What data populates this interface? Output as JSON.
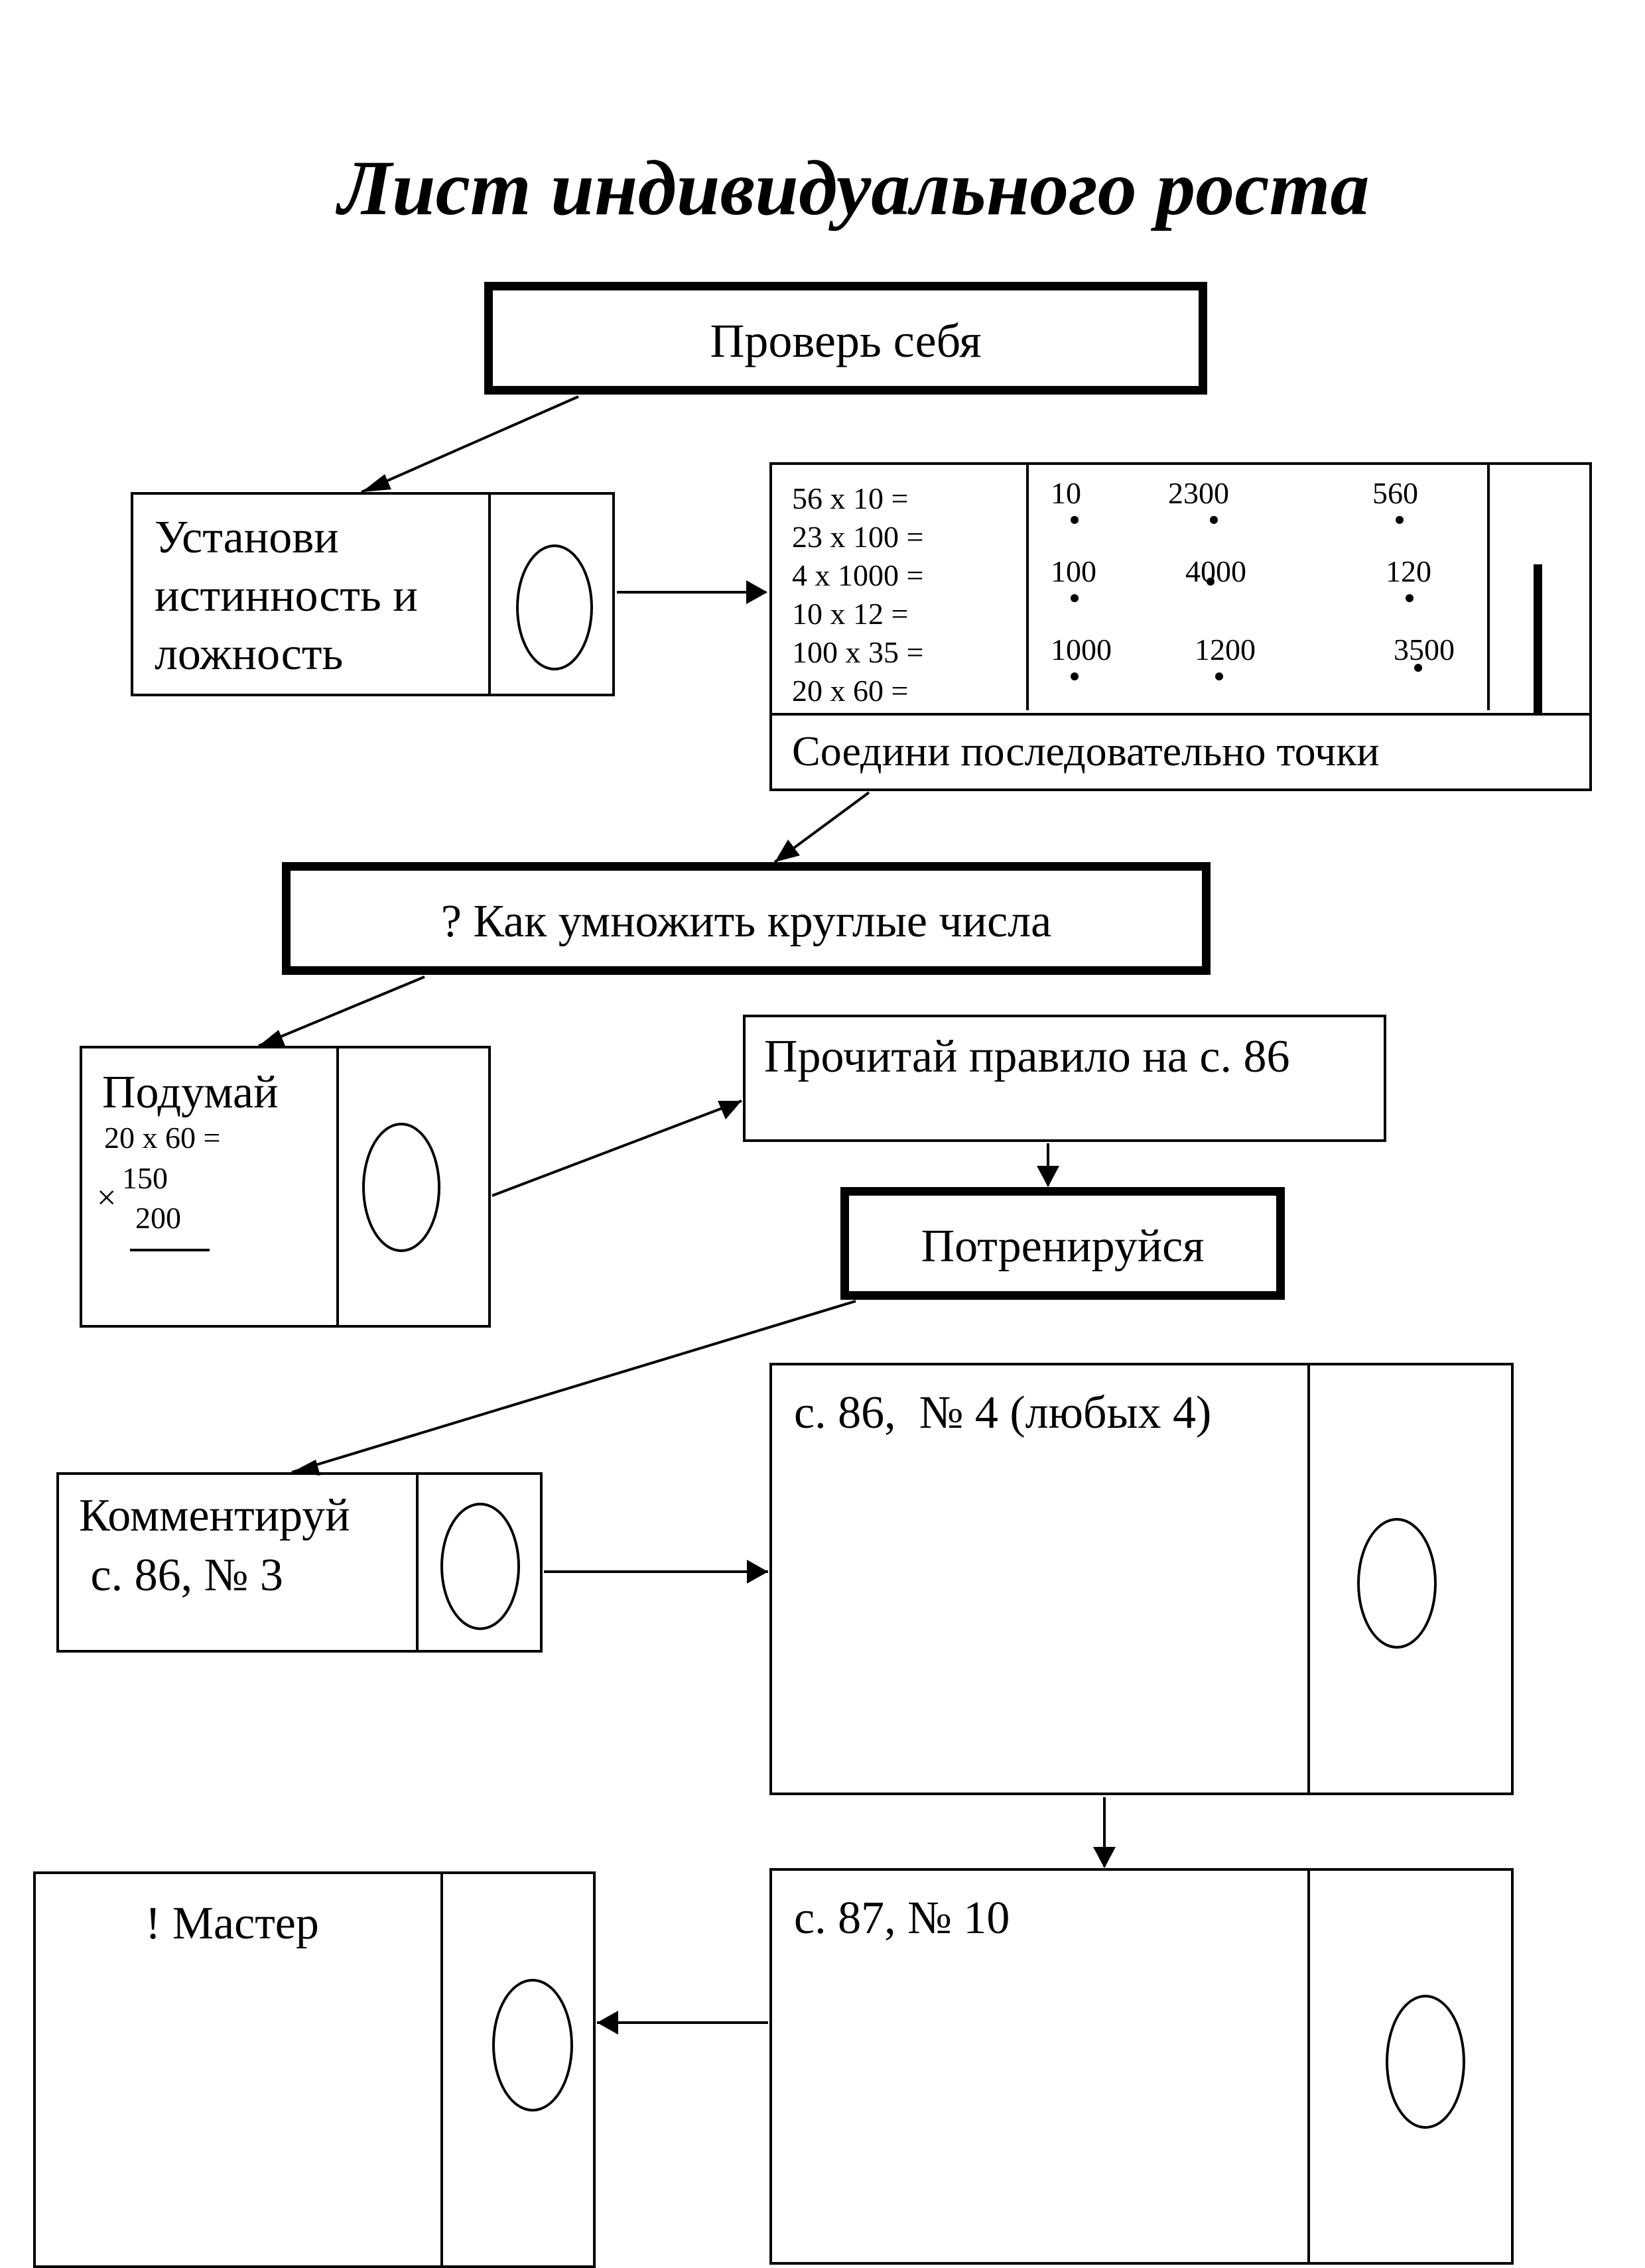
{
  "title": "Лист индивидуального роста",
  "check_yourself": "Проверь себя",
  "establish_box": {
    "lines": [
      "Установи",
      "истинность и",
      "ложность"
    ]
  },
  "expressions_box": {
    "expressions": [
      "56 x 10 =",
      "23 x 100 =",
      "4 x 1000 =",
      "10 x 12 =",
      "100 x 35 =",
      "20 x 60  ="
    ],
    "points": [
      [
        "10",
        "2300",
        "560"
      ],
      [
        "100",
        "4000",
        "120"
      ],
      [
        "1000",
        "1200",
        "3500"
      ]
    ],
    "footer": "Соедини последовательно точки"
  },
  "question": "? Как умножить  круглые числа",
  "think_box": {
    "heading": "Подумай",
    "expression": "20 x 60 =",
    "multiplication": [
      "150",
      "200"
    ],
    "times_sign": "×"
  },
  "read_rule": "Прочитай правило на с. 86",
  "train": "Потренируйся",
  "comment_box": {
    "lines": [
      "Комментируй",
      " с. 86, № 3"
    ]
  },
  "task_box_1": "с. 86,  № 4 (любых 4)",
  "task_box_2": "с. 87, № 10",
  "master_box": "! Мастер"
}
